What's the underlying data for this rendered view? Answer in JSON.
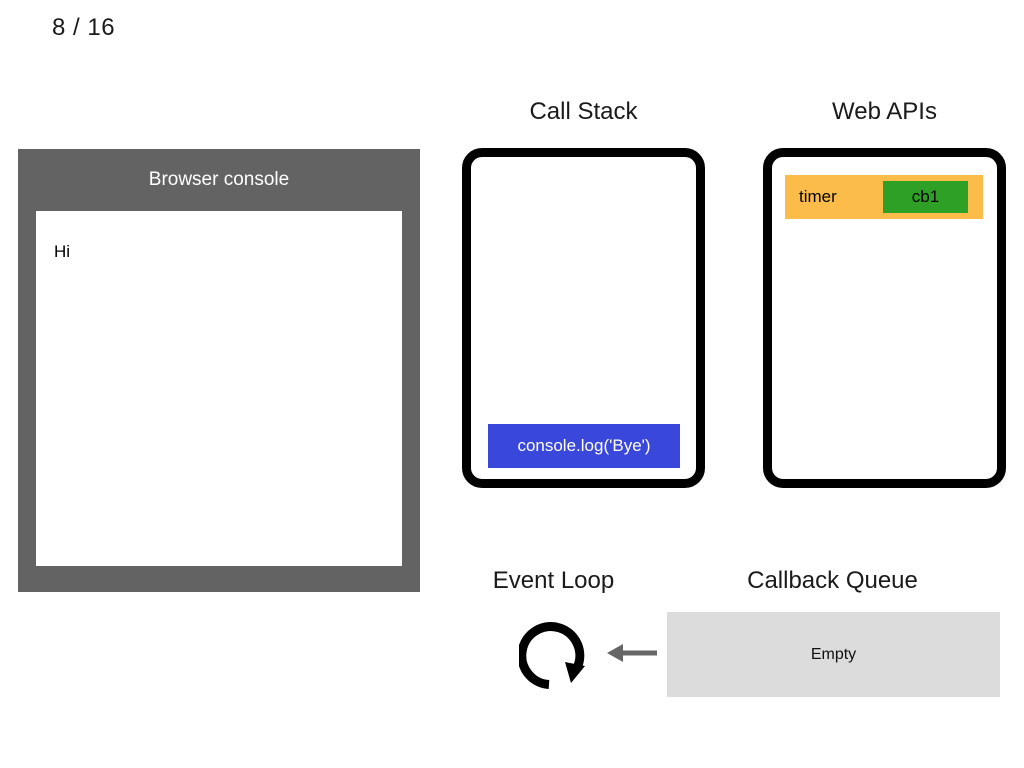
{
  "slide": {
    "counter": "8 / 16",
    "current": 8,
    "total": 16
  },
  "console": {
    "title": "Browser console",
    "lines": [
      "Hi"
    ],
    "frame_color": "#636363",
    "body_color": "#ffffff"
  },
  "call_stack": {
    "heading": "Call Stack",
    "frames": [
      {
        "label": "console.log('Bye')",
        "color": "#3a47db",
        "text_color": "#ffffff"
      }
    ]
  },
  "web_apis": {
    "heading": "Web APIs",
    "entries": [
      {
        "label": "timer",
        "color": "#fbbc4a",
        "callback": {
          "label": "cb1",
          "color": "#2ea026"
        }
      }
    ]
  },
  "event_loop": {
    "heading": "Event Loop",
    "icon": "circular-arrow-icon",
    "arrow_icon": "arrow-left-icon",
    "arrow_color": "#666666"
  },
  "callback_queue": {
    "heading": "Callback Queue",
    "status": "Empty",
    "box_color": "#dcdcdc",
    "items": []
  }
}
